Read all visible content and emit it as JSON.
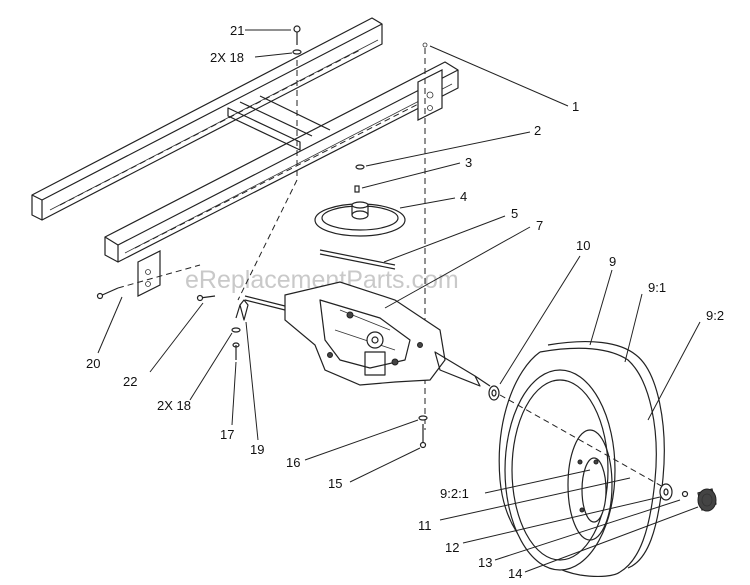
{
  "watermark": "eReplacementParts.com",
  "labels": {
    "l21": "21",
    "l2x18_top": "2X 18",
    "l1": "1",
    "l2": "2",
    "l3": "3",
    "l4": "4",
    "l5": "5",
    "l7": "7",
    "l10": "10",
    "l9": "9",
    "l9_1": "9:1",
    "l9_2": "9:2",
    "l20": "20",
    "l22": "22",
    "l2x18_bot": "2X 18",
    "l17": "17",
    "l19": "19",
    "l16": "16",
    "l15": "15",
    "l9_2_1": "9:2:1",
    "l11": "11",
    "l12": "12",
    "l13": "13",
    "l14": "14"
  }
}
